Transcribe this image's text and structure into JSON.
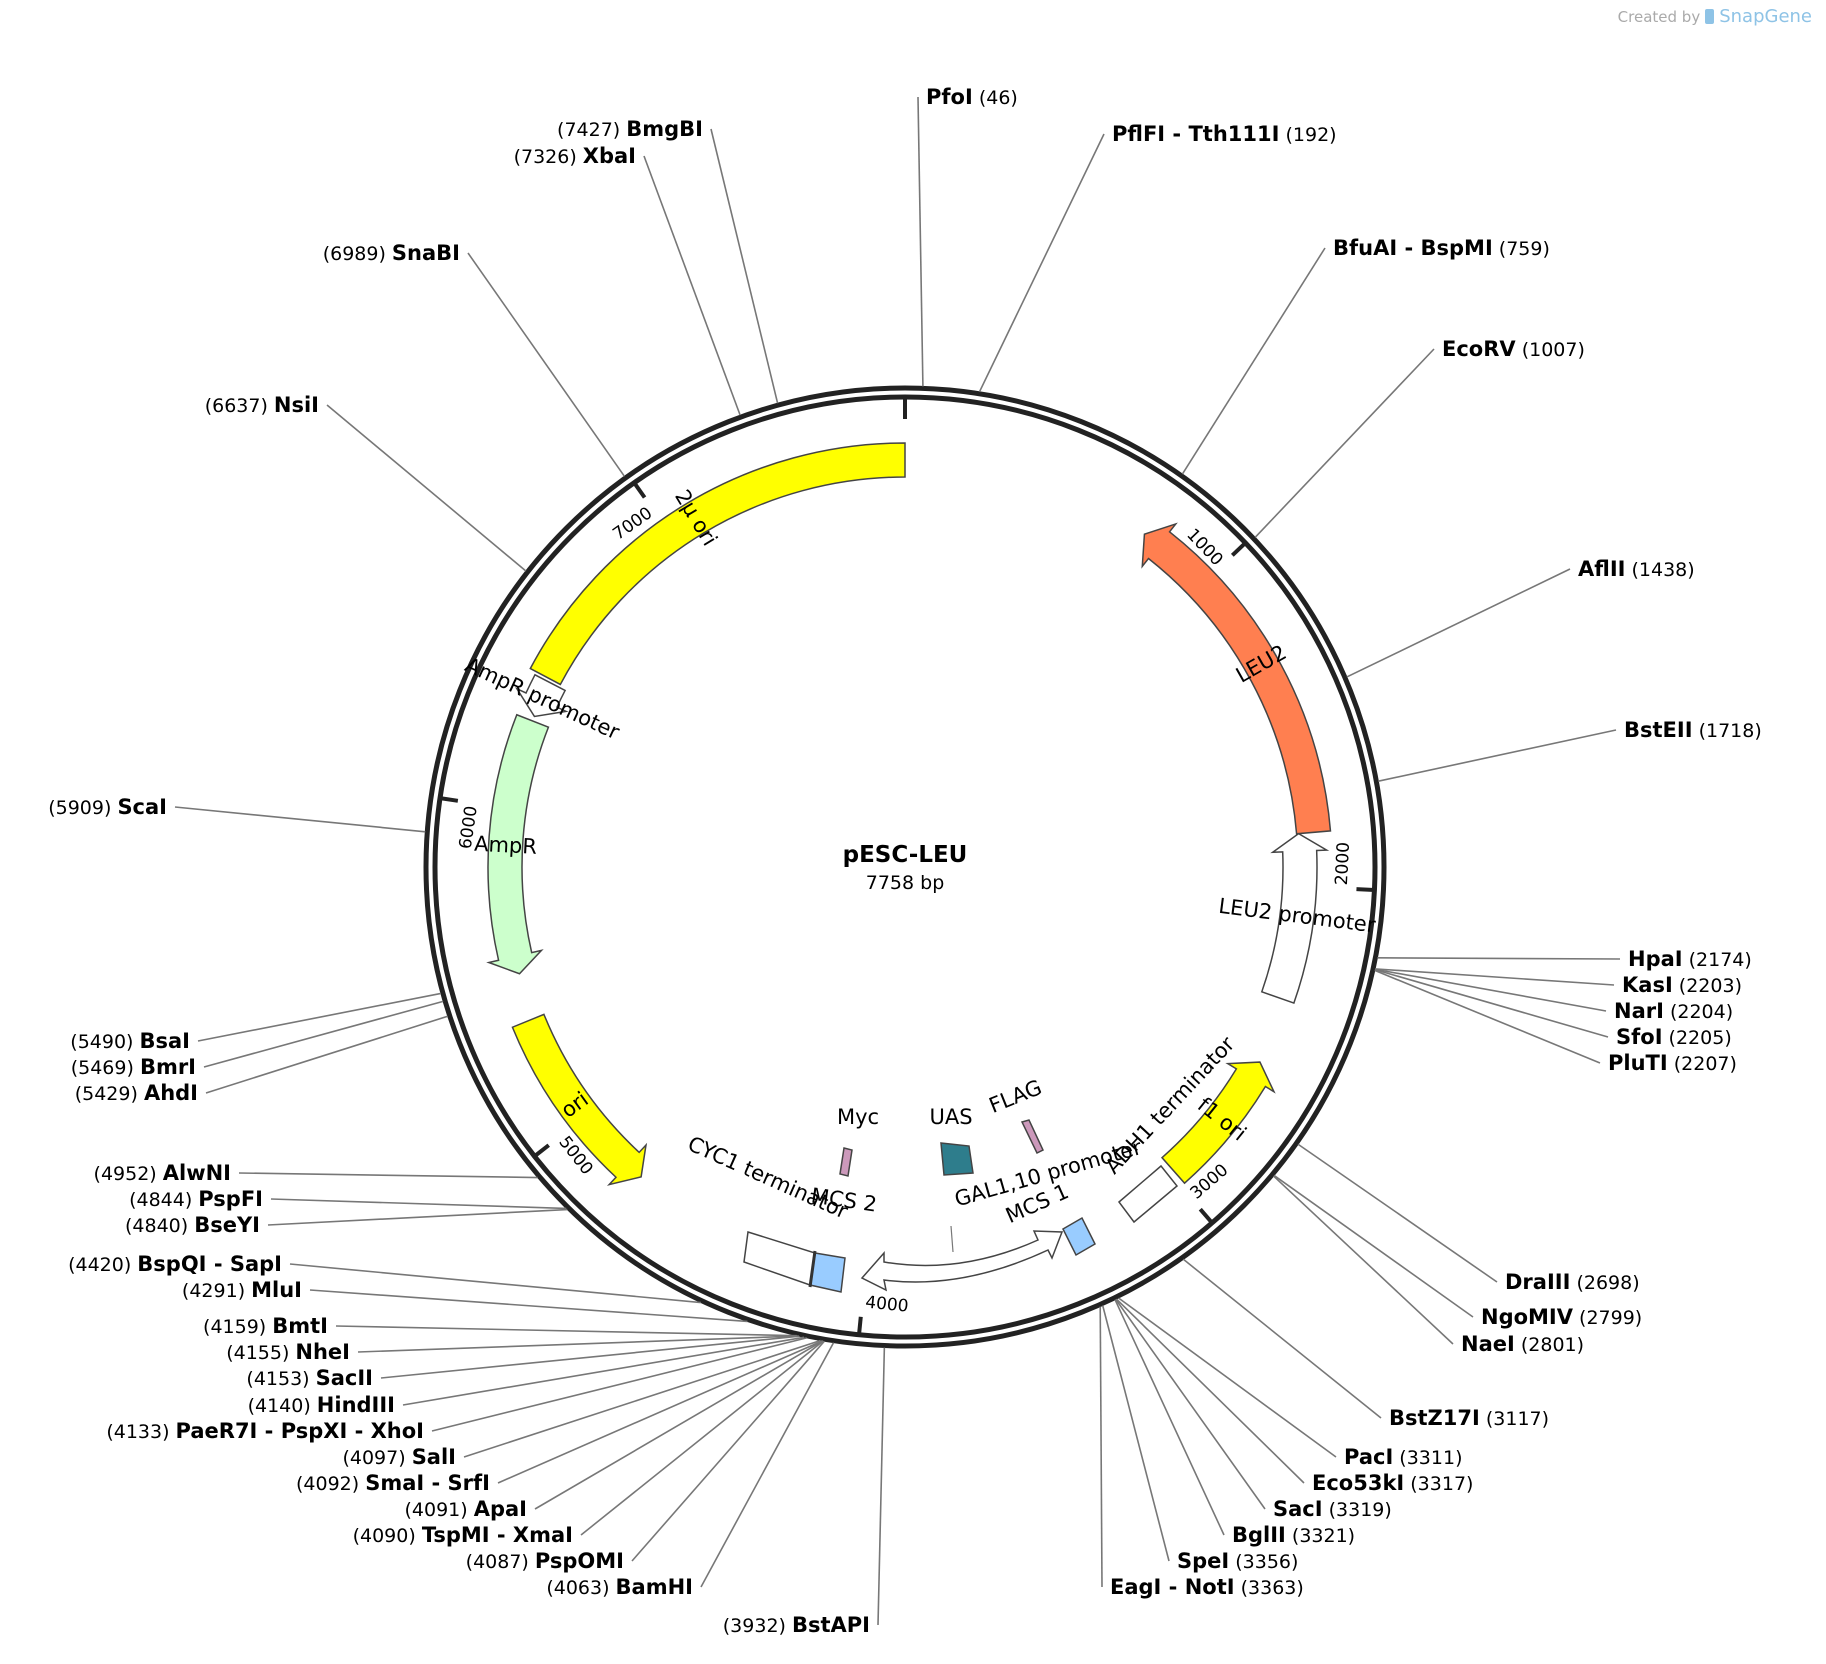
{
  "credit": {
    "prefix": "Created by",
    "brand": "SnapGene"
  },
  "plasmid": {
    "name": "pESC-LEU",
    "size_label": "7758 bp",
    "length": 7758
  },
  "ticks": [
    {
      "pos": 1000,
      "label": "1000"
    },
    {
      "pos": 2000,
      "label": "2000"
    },
    {
      "pos": 3000,
      "label": "3000"
    },
    {
      "pos": 4000,
      "label": "4000"
    },
    {
      "pos": 5000,
      "label": "5000"
    },
    {
      "pos": 6000,
      "label": "6000"
    },
    {
      "pos": 7000,
      "label": "7000"
    }
  ],
  "features": [
    {
      "name": "2µ ori",
      "start": 7758,
      "end": 6420,
      "color": "#ffff00",
      "arrow": false
    },
    {
      "name": "AmpR promoter",
      "start": 6410,
      "end": 6295,
      "color": "#ffffff",
      "arrow": true
    },
    {
      "name": "AmpR",
      "start": 6280,
      "end": 5485,
      "color": "#ccffcc",
      "arrow": true
    },
    {
      "name": "ori",
      "start": 5340,
      "end": 4750,
      "color": "#ffff00",
      "arrow": true
    },
    {
      "name": "CYC1 terminator",
      "start": 4375,
      "end": 4160,
      "color": "#ffffff",
      "arrow": false
    },
    {
      "name": "MCS 2",
      "start": 4150,
      "end": 4060,
      "color": "#99ccff",
      "arrow": false
    },
    {
      "name": "Myc",
      "start": 4015,
      "end": 3985,
      "color": "#cc99bb",
      "arrow": false
    },
    {
      "name": "UAS",
      "start": 3820,
      "end": 3770,
      "color": "#2e7d8c",
      "arrow": false
    },
    {
      "name": "FLAG",
      "start": 3705,
      "end": 3680,
      "color": "#cc99bb",
      "arrow": false
    },
    {
      "name": "MCS 1",
      "start": 3385,
      "end": 3320,
      "color": "#99ccff",
      "arrow": false
    },
    {
      "name": "ADH1 terminator",
      "start": 3250,
      "end": 3085,
      "color": "#ffffff",
      "arrow": false
    },
    {
      "name": "f1 ori",
      "start": 2985,
      "end": 2560,
      "color": "#ffff00",
      "arrow": true
    },
    {
      "name": "LEU2 promoter",
      "start": 2355,
      "end": 1835,
      "color": "#ffffff",
      "arrow": true
    },
    {
      "name": "LEU2",
      "start": 1835,
      "end": 770,
      "color": "#ff7f50",
      "arrow": true
    }
  ],
  "gal_promoter": {
    "name": "GAL1,10 promoter"
  },
  "sites": [
    {
      "name": "PfoI",
      "pos": "(46)"
    },
    {
      "name": "PflFI",
      "alt": "- Tth111I",
      "pos": "(192)"
    },
    {
      "name": "BfuAI",
      "alt": "- BspMI",
      "pos": "(759)"
    },
    {
      "name": "EcoRV",
      "pos": "(1007)"
    },
    {
      "name": "AflII",
      "pos": "(1438)"
    },
    {
      "name": "BstEII",
      "pos": "(1718)"
    },
    {
      "name": "HpaI",
      "pos": "(2174)"
    },
    {
      "name": "KasI",
      "pos": "(2203)"
    },
    {
      "name": "NarI",
      "pos": "(2204)"
    },
    {
      "name": "SfoI",
      "pos": "(2205)"
    },
    {
      "name": "PluTI",
      "pos": "(2207)"
    },
    {
      "name": "DraIII",
      "pos": "(2698)"
    },
    {
      "name": "NgoMIV",
      "pos": "(2799)"
    },
    {
      "name": "NaeI",
      "pos": "(2801)"
    },
    {
      "name": "BstZ17I",
      "pos": "(3117)"
    },
    {
      "name": "PacI",
      "pos": "(3311)"
    },
    {
      "name": "Eco53kI",
      "pos": "(3317)"
    },
    {
      "name": "SacI",
      "pos": "(3319)"
    },
    {
      "name": "BglII",
      "pos": "(3321)"
    },
    {
      "name": "SpeI",
      "pos": "(3356)"
    },
    {
      "name": "EagI",
      "alt": "- NotI",
      "pos": "(3363)"
    },
    {
      "name": "BstAPI",
      "pos": "(3932)"
    },
    {
      "name": "BamHI",
      "pos": "(4063)"
    },
    {
      "name": "PspOMI",
      "pos": "(4087)"
    },
    {
      "name": "TspMI",
      "alt": "- XmaI",
      "pos": "(4090)"
    },
    {
      "name": "ApaI",
      "pos": "(4091)"
    },
    {
      "name": "SmaI",
      "alt": "- SrfI",
      "pos": "(4092)"
    },
    {
      "name": "SalI",
      "pos": "(4097)"
    },
    {
      "name": "PaeR7I",
      "alt": "- PspXI - XhoI",
      "pos": "(4133)"
    },
    {
      "name": "HindIII",
      "pos": "(4140)"
    },
    {
      "name": "SacII",
      "pos": "(4153)"
    },
    {
      "name": "NheI",
      "pos": "(4155)"
    },
    {
      "name": "BmtI",
      "pos": "(4159)"
    },
    {
      "name": "MluI",
      "pos": "(4291)"
    },
    {
      "name": "BspQI",
      "alt": "- SapI",
      "pos": "(4420)"
    },
    {
      "name": "BseYI",
      "pos": "(4840)"
    },
    {
      "name": "PspFI",
      "pos": "(4844)"
    },
    {
      "name": "AlwNI",
      "pos": "(4952)"
    },
    {
      "name": "AhdI",
      "pos": "(5429)"
    },
    {
      "name": "BmrI",
      "pos": "(5469)"
    },
    {
      "name": "BsaI",
      "pos": "(5490)"
    },
    {
      "name": "ScaI",
      "pos": "(5909)"
    },
    {
      "name": "NsiI",
      "pos": "(6637)"
    },
    {
      "name": "SnaBI",
      "pos": "(6989)"
    },
    {
      "name": "XbaI",
      "pos": "(7326)"
    },
    {
      "name": "BmgBI",
      "pos": "(7427)"
    }
  ]
}
